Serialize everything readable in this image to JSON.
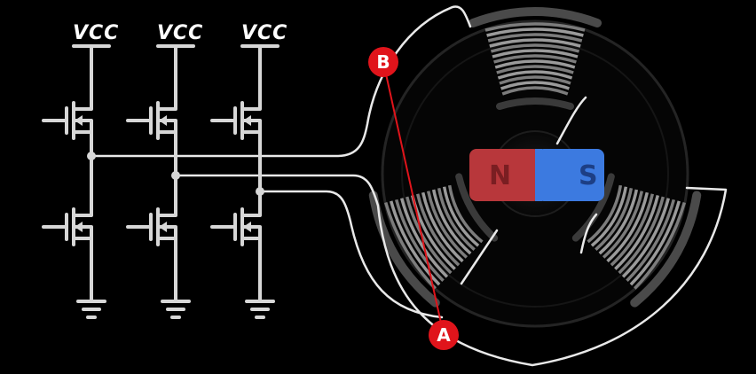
{
  "circuit": {
    "supply_labels": [
      "VCC",
      "VCC",
      "VCC"
    ]
  },
  "magnet": {
    "north_label": "N",
    "south_label": "S",
    "north_color": "#b8373b",
    "south_color": "#3c7ae0"
  },
  "markers": {
    "a_label": "A",
    "b_label": "B",
    "color": "#e0141b"
  },
  "colors": {
    "background": "#000000",
    "wire": "#e9e9e9",
    "coil": "#8f8f8f",
    "motor_ring": "#2a2a2a"
  }
}
